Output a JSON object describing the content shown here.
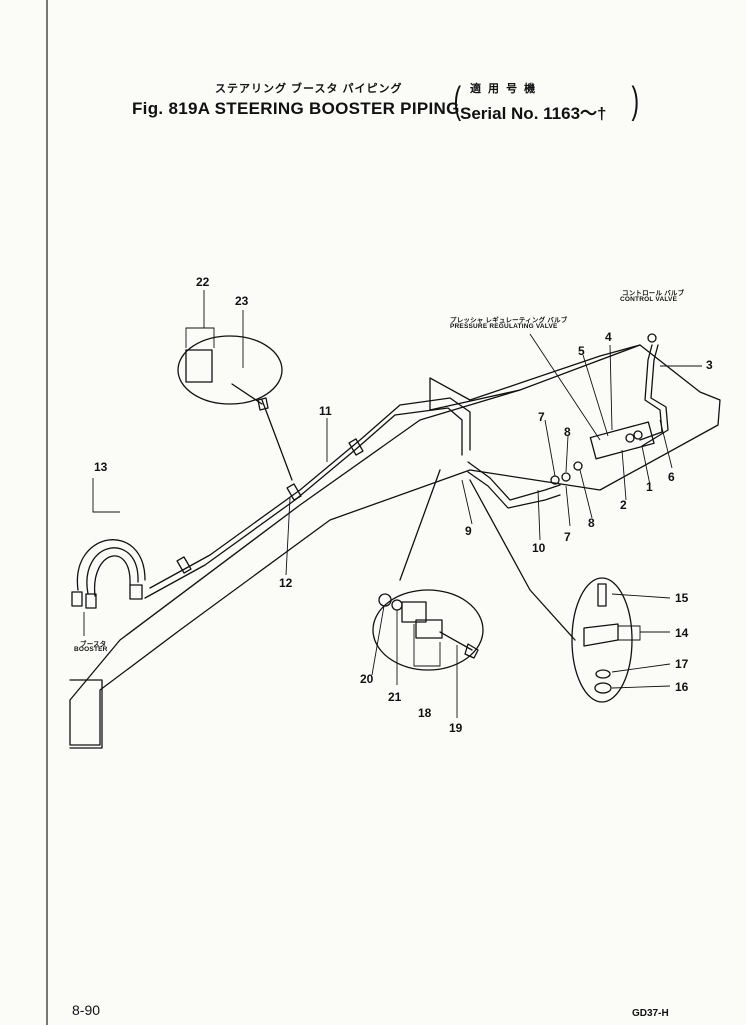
{
  "title": {
    "japanese": "ステアリング ブースタ パイピング",
    "main": "Fig. 819A STEERING BOOSTER PIPING",
    "serial_japanese": "適 用 号 機",
    "serial": "Serial No. 1163～†"
  },
  "annotations": {
    "control_valve_jp": "コントロール バルブ",
    "control_valve": "CONTROL VALVE",
    "pressure_valve_jp": "プレッシャ レギュレーティング バルブ",
    "pressure_valve": "PRESSURE REGULATING VALVE",
    "booster_jp": "ブースタ",
    "booster": "BOOSTER"
  },
  "part_labels": {
    "p1": "1",
    "p2": "2",
    "p3": "3",
    "p4": "4",
    "p5": "5",
    "p6": "6",
    "p7a": "7",
    "p7b": "7",
    "p8a": "8",
    "p8b": "8",
    "p9": "9",
    "p10": "10",
    "p11": "11",
    "p12": "12",
    "p13": "13",
    "p14": "14",
    "p15": "15",
    "p16": "16",
    "p17": "17",
    "p18": "18",
    "p19": "19",
    "p20": "20",
    "p21": "21",
    "p22": "22",
    "p23": "23"
  },
  "footer": {
    "page": "8-90",
    "model": "GD37-H"
  }
}
